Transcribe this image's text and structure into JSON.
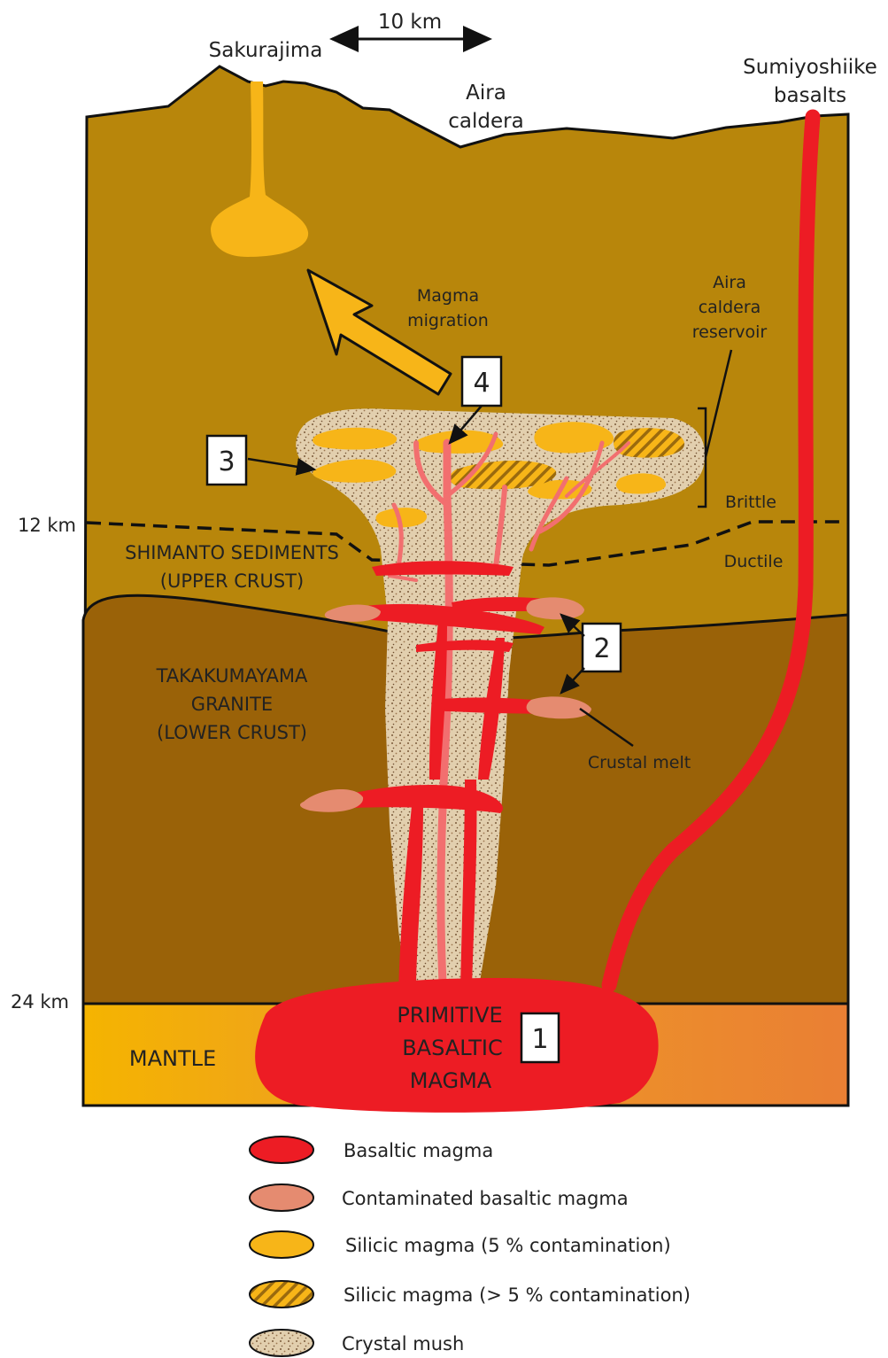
{
  "scale_bar": {
    "label": "10 km"
  },
  "surface_labels": {
    "sakurajima": "Sakurajima",
    "aira_caldera": [
      "Aira",
      "caldera"
    ],
    "sumiyoshiike": [
      "Sumiyoshiike",
      "basalts"
    ]
  },
  "depths": {
    "d12": "12 km",
    "d24": "24 km"
  },
  "annotations": {
    "magma_migration": [
      "Magma",
      "migration"
    ],
    "reservoir": [
      "Aira",
      "caldera",
      "reservoir"
    ],
    "brittle": "Brittle",
    "ductile": "Ductile",
    "crustal_melt": "Crustal melt"
  },
  "units": {
    "shimanto": [
      "SHIMANTO SEDIMENTS",
      "(UPPER CRUST)"
    ],
    "takakumayama": [
      "TAKAKUMAYAMA",
      "GRANITE",
      "(LOWER CRUST)"
    ],
    "mantle": "MANTLE",
    "primitive": [
      "PRIMITIVE",
      "BASALTIC",
      "MAGMA"
    ]
  },
  "callouts": {
    "n1": "1",
    "n2": "2",
    "n3": "3",
    "n4": "4"
  },
  "legend": [
    {
      "label": "Basaltic magma",
      "fill": "#ed1c24",
      "pattern": "solid"
    },
    {
      "label": "Contaminated basaltic magma",
      "fill": "#e58b70",
      "pattern": "solid"
    },
    {
      "label": "Silicic magma (5 % contamination)",
      "fill": "#f7b518",
      "pattern": "solid"
    },
    {
      "label": "Silicic magma (> 5 % contamination)",
      "fill": "#e0a21a",
      "pattern": "hatched"
    },
    {
      "label": "Crystal mush",
      "fill": "#e2cfae",
      "pattern": "speckled"
    }
  ],
  "colors": {
    "upper_crust": "#b8860b",
    "lower_crust": "#9a6208",
    "mantle_left": "#f5b400",
    "mantle_right": "#ea7f34",
    "basalt": "#ed1c24",
    "contaminated_basalt": "#e58b70",
    "silicic": "#f7b518",
    "feeder_pink": "#f26f6f",
    "crystal_mush": "#e2cfae"
  }
}
